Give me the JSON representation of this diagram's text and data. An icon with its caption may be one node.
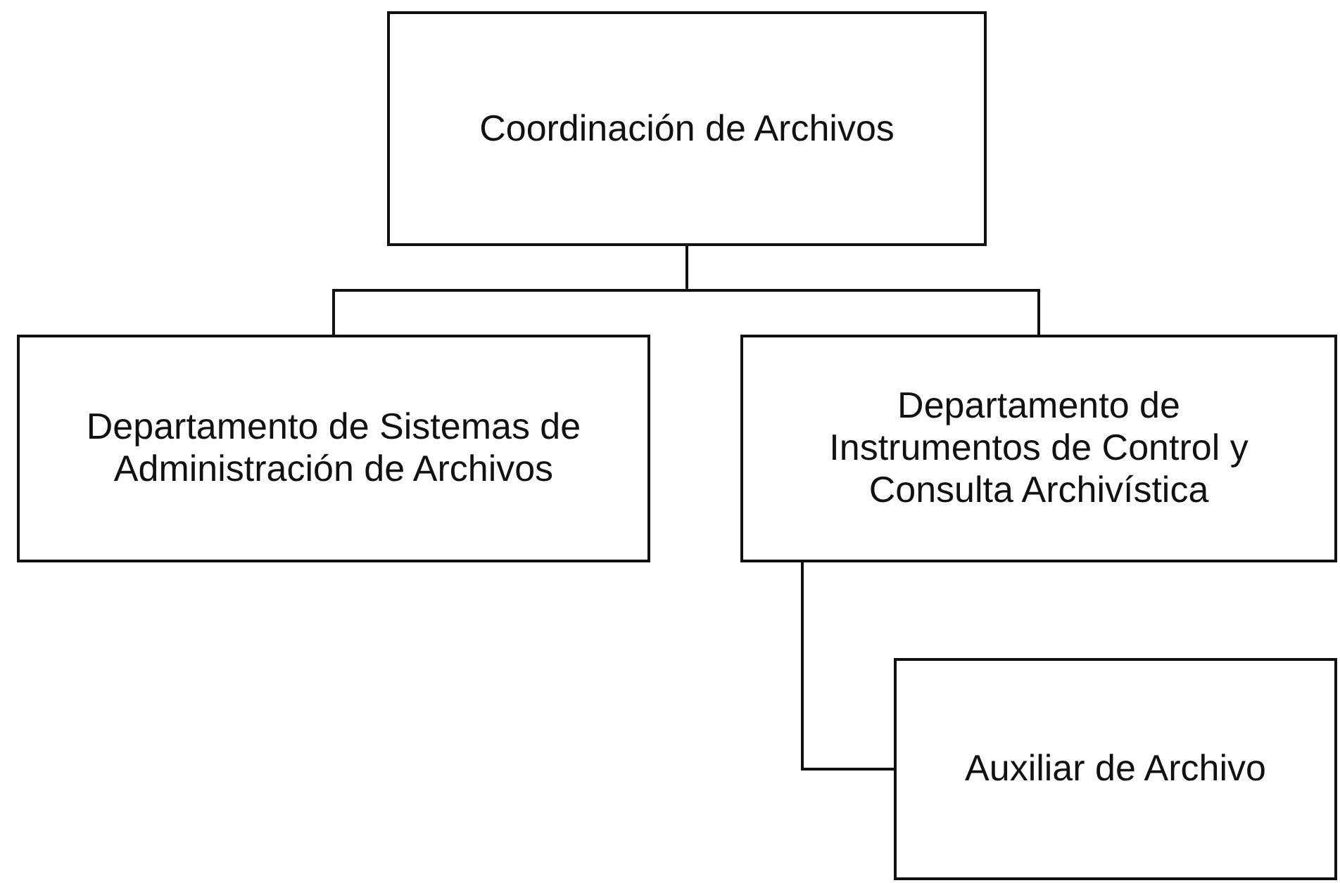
{
  "diagram": {
    "nodes": [
      {
        "text": [
          "Coordinación de Archivos"
        ]
      },
      {
        "text": [
          "Departamento de Sistemas de Administración de Archivos"
        ]
      },
      {
        "text": [
          "Departamento de Instrumentos de Control y Consulta Archivística"
        ]
      },
      {
        "text": [
          "Auxiliar de Archivo"
        ]
      }
    ],
    "edges": [
      {
        "from": 0,
        "to": 1,
        "arrow": "none"
      },
      {
        "from": 0,
        "to": 2,
        "arrow": "none"
      },
      {
        "from": 2,
        "to": 3,
        "arrow": "none"
      }
    ]
  }
}
